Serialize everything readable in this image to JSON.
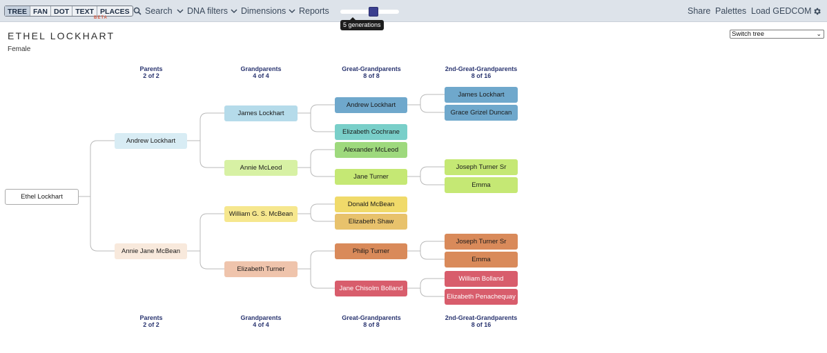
{
  "toolbar": {
    "views": [
      "TREE",
      "FAN",
      "DOT",
      "TEXT",
      "PLACES"
    ],
    "active_view": "TREE",
    "beta_label": "BETA",
    "search_label": "Search",
    "dna_filters_label": "DNA filters",
    "dimensions_label": "Dimensions",
    "reports_label": "Reports",
    "generations_tooltip": "5 generations",
    "share_label": "Share",
    "palettes_label": "Palettes",
    "load_label": "Load GEDCOM",
    "icons": {
      "search": "search-icon",
      "dropdown": "chevron-down-icon",
      "settings": "gear-icon"
    }
  },
  "generations": {
    "value": 5,
    "min": 1,
    "max": 8
  },
  "person": {
    "name": "ETHEL LOCKHART",
    "sex": "Female"
  },
  "switch_tree": {
    "label": "Switch tree"
  },
  "columns": [
    {
      "title": "Parents",
      "count": "2 of 2"
    },
    {
      "title": "Grandparents",
      "count": "4 of 4"
    },
    {
      "title": "Great-Grandparents",
      "count": "8 of 8"
    },
    {
      "title": "2nd-Great-Grandparents",
      "count": "8 of 16"
    }
  ],
  "tree": {
    "root": {
      "name": "Ethel Lockhart",
      "color": "#ffffff"
    },
    "father": {
      "name": "Andrew Lockhart",
      "color": "#d8ecf4"
    },
    "mother": {
      "name": "Annie Jane McBean",
      "color": "#f8e9dc"
    },
    "grandparents": [
      {
        "name": "James Lockhart",
        "color": "#b5dbea"
      },
      {
        "name": "Annie McLeod",
        "color": "#d7f1a4"
      },
      {
        "name": "William G. S. McBean",
        "color": "#f6e78e"
      },
      {
        "name": "Elizabeth Turner",
        "color": "#efc4ac"
      }
    ],
    "great_grandparents": [
      {
        "name": "Andrew Lockhart",
        "color": "#6fa8cc"
      },
      {
        "name": "Elizabeth Cochrane",
        "color": "#79cfc9"
      },
      {
        "name": "Alexander McLeod",
        "color": "#9ed97d"
      },
      {
        "name": "Jane Turner",
        "color": "#c5e874"
      },
      {
        "name": "Donald McBean",
        "color": "#f0da6a"
      },
      {
        "name": "Elizabeth Shaw",
        "color": "#e8c26c"
      },
      {
        "name": "Philip Turner",
        "color": "#d98a5a"
      },
      {
        "name": "Jane Chisolm Bolland",
        "color": "#d85d6c",
        "light_text": true
      }
    ],
    "second_great_grandparents": [
      {
        "name": "James Lockhart",
        "color": "#6fa8cc"
      },
      {
        "name": "Grace Grizel Duncan",
        "color": "#6fa8cc"
      },
      {
        "name": "Joseph Turner Sr",
        "color": "#c5e874"
      },
      {
        "name": "Emma",
        "color": "#c5e874"
      },
      {
        "name": "Joseph Turner Sr",
        "color": "#d98a5a"
      },
      {
        "name": "Emma",
        "color": "#d98a5a"
      },
      {
        "name": "William Bolland",
        "color": "#d85d6c",
        "light_text": true
      },
      {
        "name": "Elizabeth Penachequay",
        "color": "#d85d6c",
        "light_text": true
      }
    ]
  }
}
